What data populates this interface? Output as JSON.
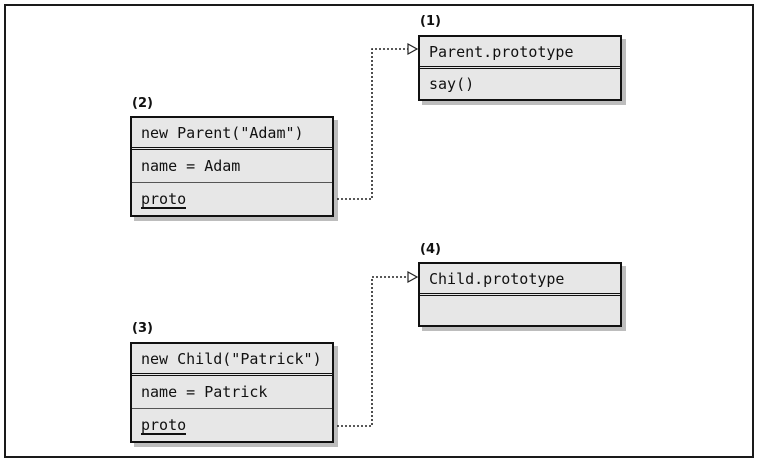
{
  "parent_prototype": {
    "number": "(1)",
    "title": "Parent.prototype",
    "method": "say()"
  },
  "parent_instance": {
    "number": "(2)",
    "title": "new Parent(\"Adam\")",
    "property": "name = Adam",
    "proto": "proto"
  },
  "child_instance": {
    "number": "(3)",
    "title": "new Child(\"Patrick\")",
    "property": "name = Patrick",
    "proto": "proto"
  },
  "child_prototype": {
    "number": "(4)",
    "title": "Child.prototype"
  }
}
